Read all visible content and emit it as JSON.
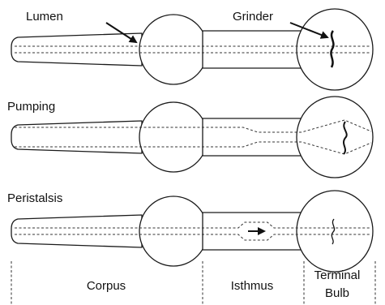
{
  "labels": {
    "lumen": "Lumen",
    "grinder": "Grinder",
    "pumping": "Pumping",
    "peristalsis": "Peristalsis",
    "corpus": "Corpus",
    "isthmus": "Isthmus",
    "terminal_bulb_line1": "Terminal",
    "terminal_bulb_line2": "Bulb"
  },
  "colors": {
    "outline": "#1a1a1a",
    "lumen_line": "#333333",
    "background": "#ffffff"
  },
  "icons": {
    "lumen_pointer": "arrow-icon",
    "grinder_pointer": "arrow-icon",
    "peristalsis_direction": "right-arrow-icon"
  }
}
